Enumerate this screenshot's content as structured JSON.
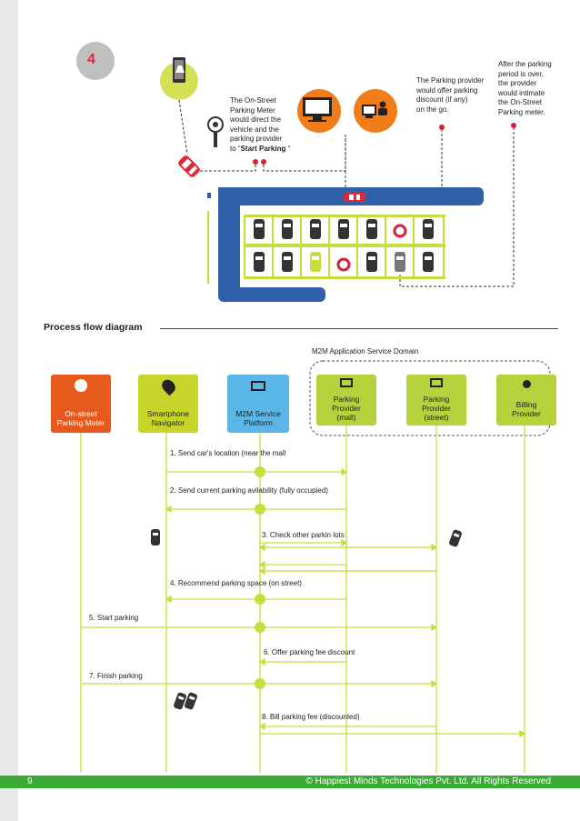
{
  "step_badge": "4",
  "notes": {
    "meter_line1": "The On-Street",
    "meter_line2": "Parking Meter",
    "meter_line3": "would direct the",
    "meter_line4": "vehicle and the",
    "meter_line5": "parking provider",
    "meter_line6_prefix": "to “",
    "meter_line6_bold": "Start Parking",
    "meter_line6_suffix": " “",
    "provider_line1": "The Parking provider",
    "provider_line2": "would offer parking",
    "provider_line3": "discount (if any)",
    "provider_line4": "on the go.",
    "after_line1": "After the parking",
    "after_line2": "period is over,",
    "after_line3": "the provider",
    "after_line4": "would intimate",
    "after_line5": "the On-Street",
    "after_line6": "Parking meter."
  },
  "section_title": "Process flow diagram",
  "domain_label": "M2M Application Service Domain",
  "actors": [
    {
      "line1": "On-street",
      "line2": "Parking Meter",
      "line3": ""
    },
    {
      "line1": "Smartphone",
      "line2": "Navigator",
      "line3": ""
    },
    {
      "line1": "M2M Service",
      "line2": "Platform",
      "line3": ""
    },
    {
      "line1": "Parking",
      "line2": "Provider",
      "line3": "(mall)"
    },
    {
      "line1": "Parking",
      "line2": "Provider",
      "line3": "(street)"
    },
    {
      "line1": "Billing",
      "line2": "Provider",
      "line3": ""
    }
  ],
  "messages": [
    "1. Send car's location (near the mall",
    "2. Send current parking avilability (fully occupied)",
    "3. Check other parkin lots",
    "4. Recommend parking space (on street)",
    "5. Start parking",
    "6. Offer parking fee discount",
    "7. Finish parking",
    "8. Bill parking fee (discounted)"
  ],
  "footer": {
    "page_number": "9",
    "copyright": "© Happiest Minds Technologies Pvt. Ltd. All Rights Reserved"
  },
  "colors": {
    "accent_green": "#3aa935",
    "lime": "#c8dc3c",
    "orange": "#f07d1a",
    "red": "#d71f3a",
    "navy": "#2f5fa8",
    "meter_box": "#e8591d",
    "navigator_box": "#c7d52a",
    "platform_box": "#5ab6e6",
    "provider_box": "#b4d23c"
  }
}
